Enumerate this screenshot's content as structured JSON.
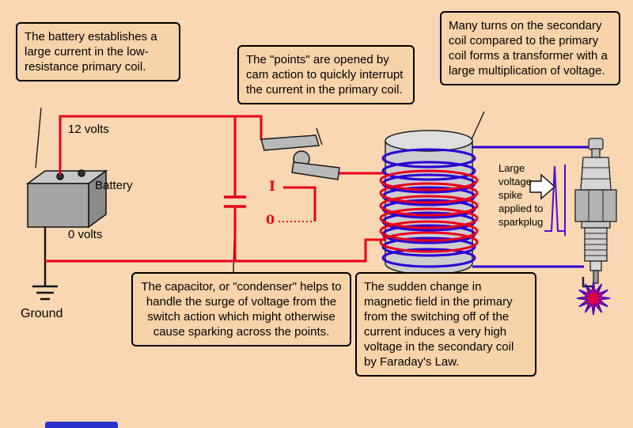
{
  "callouts": {
    "battery": "The battery establishes a large current in the low-resistance primary coil.",
    "points": "The \"points\" are opened by cam action to quickly interrupt the current in the primary coil.",
    "transformer": "Many turns on the secondary coil compared to the primary coil forms a transformer with a large multiplication of voltage.",
    "capacitor": "The capacitor, or \"condenser\" helps to handle the surge of voltage from the switch action which might otherwise cause sparking across the points.",
    "induction": "The sudden change in magnetic field in the primary from the switching off of the current induces a very high voltage in the secondary coil by Faraday's Law."
  },
  "labels": {
    "twelve_volts": "12 volts",
    "zero_volts": "0 volts",
    "battery": "Battery",
    "ground": "Ground",
    "spike_note": "Large voltage spike applied to sparkplug",
    "current_on": "I",
    "current_off": "0"
  },
  "colors": {
    "background": "#f8d7b2",
    "primary_wire": "#e8001c",
    "secondary_wire": "#2a00d4",
    "spike": "#4b0fd0",
    "spark": "#dd0044",
    "spark_outline": "#3a00c8"
  }
}
